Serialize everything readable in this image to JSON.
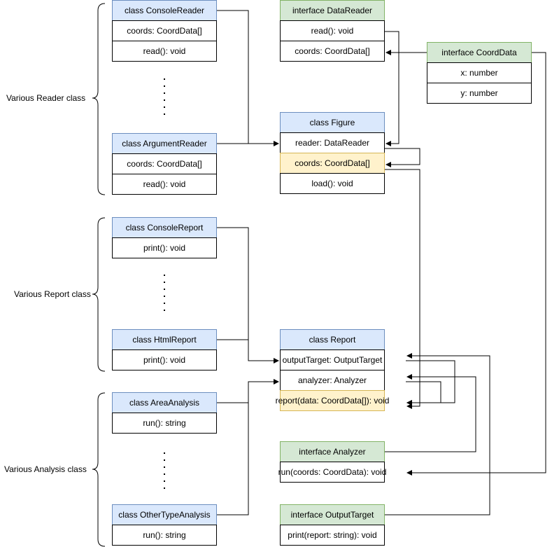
{
  "groups": {
    "reader": "Various Reader class",
    "report": "Various Report class",
    "analysis": "Various Analysis class"
  },
  "readers": {
    "console": {
      "title": "class ConsoleReader",
      "field": "coords: CoordData[]",
      "method": "read(): void"
    },
    "argument": {
      "title": "class ArgumentReader",
      "field": "coords: CoordData[]",
      "method": "read(): void"
    }
  },
  "reports": {
    "console": {
      "title": "class ConsoleReport",
      "method": "print(): void"
    },
    "html": {
      "title": "class HtmlReport",
      "method": "print(): void"
    }
  },
  "analyses": {
    "area": {
      "title": "class AreaAnalysis",
      "method": "run(): string"
    },
    "other": {
      "title": "class OtherTypeAnalysis",
      "method": "run(): string"
    }
  },
  "data_reader": {
    "title": "interface DataReader",
    "method": "read(): void",
    "field": "coords: CoordData[]"
  },
  "coord_data": {
    "title": "interface CoordData",
    "x": "x: number",
    "y": "y: number"
  },
  "figure": {
    "title": "class Figure",
    "reader": "reader: DataReader",
    "coords": "coords: CoordData[]",
    "load": "load(): void"
  },
  "report": {
    "title": "class Report",
    "output": "outputTarget: OutputTarget",
    "analyzer": "analyzer: Analyzer",
    "method": "report(data: CoordData[]): void"
  },
  "analyzer": {
    "title": "interface Analyzer",
    "method": "run(coords: CoordData): void"
  },
  "output_target": {
    "title": "interface OutputTarget",
    "method": "print(report: string): void"
  }
}
